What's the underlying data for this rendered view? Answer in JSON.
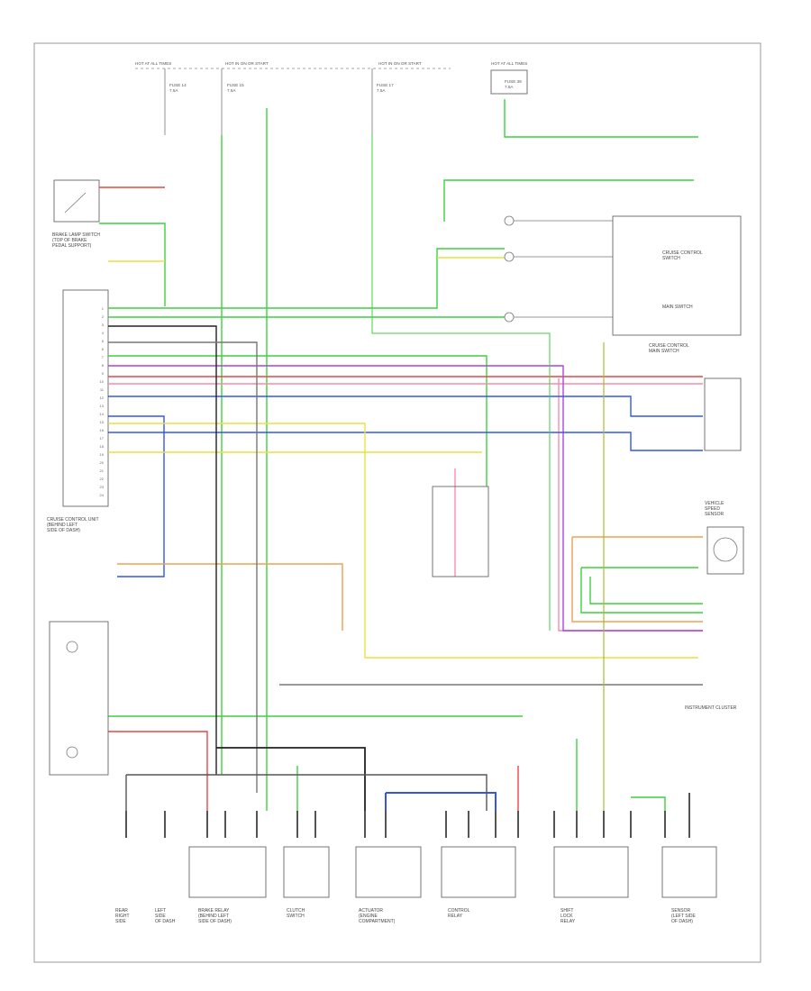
{
  "diagram": {
    "top_bus": {
      "left": "HOT AT ALL TIMES",
      "middle": "HOT IN ON OR START",
      "right": "HOT IN ON OR START"
    },
    "hot_at_all_times_right": "HOT AT ALL TIMES",
    "fuses": {
      "f1": "FUSE 14\n7.5A",
      "f2": "FUSE 15\n7.5A",
      "f3": "FUSE 17\n7.5A",
      "f4": "FUSE 39\n7.5A"
    },
    "component_labels": {
      "brake_switch": "BRAKE LAMP SWITCH\n(TOP OF BRAKE\nPEDAL SUPPORT)",
      "control_unit": "CRUISE CONTROL UNIT\n(BEHIND LEFT\nSIDE OF DASH)",
      "cruise_main_switch": "CRUISE CONTROL\nMAIN SWITCH",
      "cruise_switch_box": "CRUISE CONTROL\nSWITCH",
      "main_switch_box": "MAIN SWITCH",
      "speed_sensor": "VEHICLE\nSPEED\nSENSOR",
      "instrument_cluster": "INSTRUMENT CLUSTER",
      "bottom_a": "REAR\nRIGHT\nSIDE",
      "bottom_b": "LEFT\nSIDE\nOF DASH",
      "bottom_c": "BRAKE RELAY\n(BEHIND LEFT\nSIDE OF DASH)",
      "bottom_d": "CLUTCH\nSWITCH",
      "bottom_e": "ACTUATOR\n(ENGINE\nCOMPARTMENT)",
      "bottom_f": "CONTROL\nRELAY",
      "bottom_g": "SHIFT\nLOCK\nRELAY",
      "bottom_h": "SENSOR\n(LEFT SIDE\nOF DASH)"
    },
    "pin_labels": [
      "1",
      "2",
      "3",
      "4",
      "5",
      "6",
      "7",
      "8",
      "9",
      "10",
      "11",
      "12",
      "13",
      "14",
      "15",
      "16",
      "17",
      "18",
      "19",
      "20",
      "21",
      "22",
      "23",
      "24"
    ],
    "colors": {
      "green": "#3fcf3f",
      "light_green": "#88e088",
      "red": "#ee4444",
      "pink": "#ff88aa",
      "blue": "#3355ee",
      "purple": "#aa44dd",
      "yellow": "#e8e040",
      "orange": "#f0a050",
      "black": "#222222",
      "gray": "#777777"
    }
  }
}
